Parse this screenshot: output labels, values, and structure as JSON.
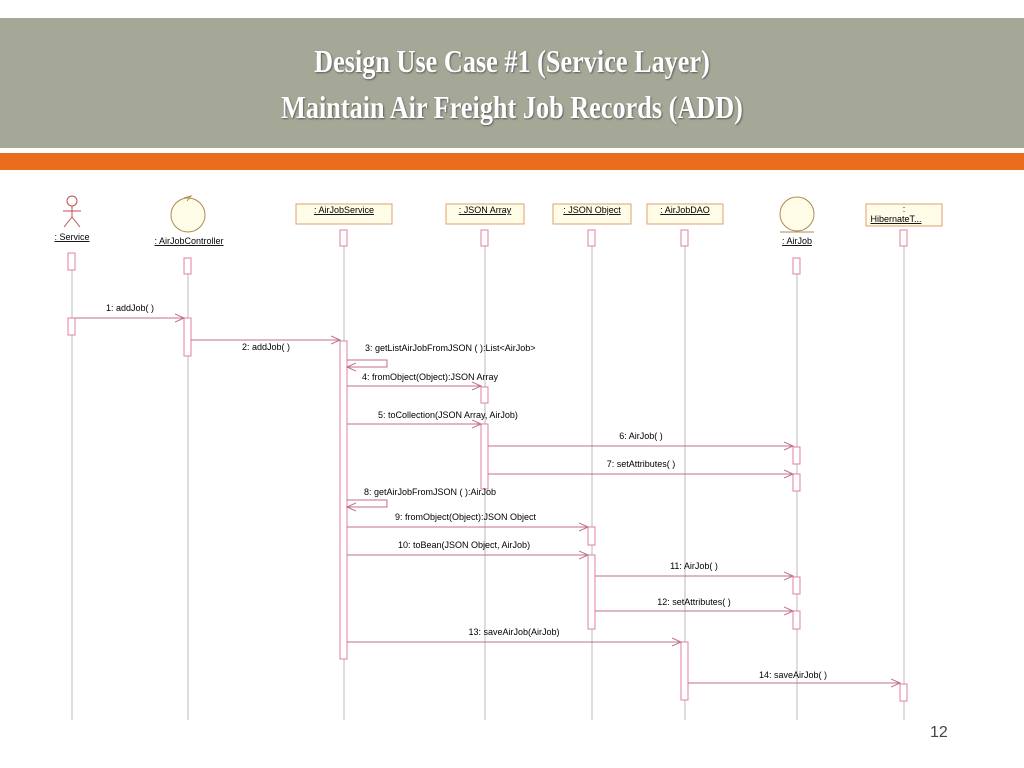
{
  "slide": {
    "title_line1": "Design Use Case #1 (Service Layer)",
    "title_line2": "Maintain Air Freight Job Records (ADD)",
    "page_number": "12"
  },
  "colors": {
    "header_bg": "#a6a897",
    "accent_stripe": "#e96d1d",
    "participant_box_fill": "#fffde8",
    "participant_box_border": "#e0a070",
    "message_line": "#c07088",
    "lifeline": "#bbbbbb"
  },
  "participants": [
    {
      "id": "service",
      "label": ": Service",
      "kind": "actor"
    },
    {
      "id": "controller",
      "label": ": AirJobController",
      "kind": "control"
    },
    {
      "id": "airjobservice",
      "label": ": AirJobService",
      "kind": "box"
    },
    {
      "id": "jsonarray",
      "label": ": JSON Array",
      "kind": "box"
    },
    {
      "id": "jsonobject",
      "label": ": JSON Object",
      "kind": "box"
    },
    {
      "id": "airjobdao",
      "label": ": AirJobDAO",
      "kind": "box"
    },
    {
      "id": "airjob",
      "label": ": AirJob",
      "kind": "entity"
    },
    {
      "id": "hibernate",
      "label_line1": ":",
      "label_line2": "HibernateT...",
      "kind": "box"
    }
  ],
  "messages": [
    {
      "n": 1,
      "label": "1: addJob( )"
    },
    {
      "n": 2,
      "label": "2: addJob( )"
    },
    {
      "n": 3,
      "label": "3: getListAirJobFromJSON ( ):List<AirJob>"
    },
    {
      "n": 4,
      "label": "4: fromObject(Object):JSON Array"
    },
    {
      "n": 5,
      "label": "5: toCollection(JSON Array, AirJob)"
    },
    {
      "n": 6,
      "label": "6: AirJob( )"
    },
    {
      "n": 7,
      "label": "7: setAttributes( )"
    },
    {
      "n": 8,
      "label": "8: getAirJobFromJSON ( ):AirJob"
    },
    {
      "n": 9,
      "label": "9: fromObject(Object):JSON Object"
    },
    {
      "n": 10,
      "label": "10: toBean(JSON Object, AirJob)"
    },
    {
      "n": 11,
      "label": "11: AirJob( )"
    },
    {
      "n": 12,
      "label": "12: setAttributes( )"
    },
    {
      "n": 13,
      "label": "13: saveAirJob(AirJob)"
    },
    {
      "n": 14,
      "label": "14: saveAirJob( )"
    }
  ]
}
